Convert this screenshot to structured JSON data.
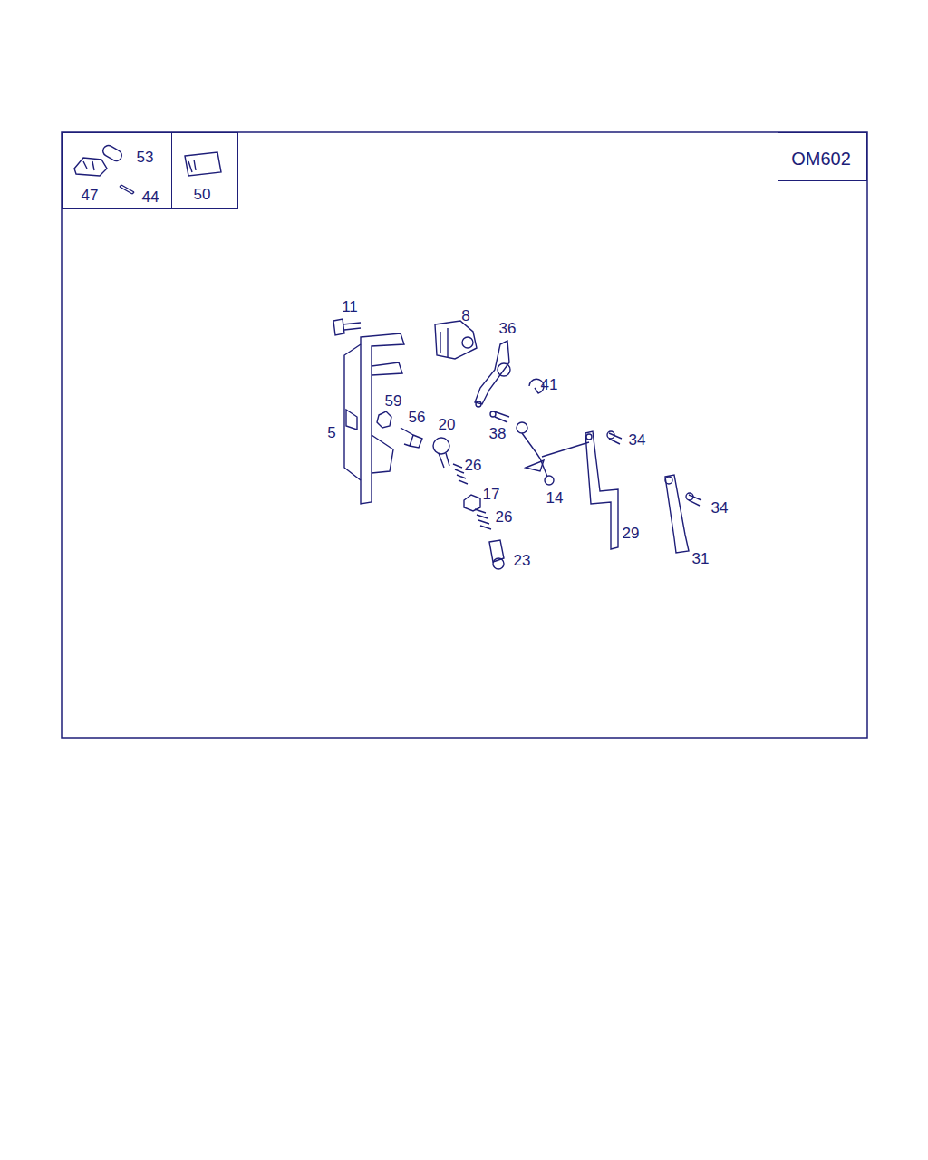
{
  "diagram": {
    "nodes": [
      {
        "text": [
          "53",
          "47",
          "44"
        ]
      },
      {
        "text": [
          "50"
        ]
      },
      {
        "text": [
          "OM602"
        ]
      }
    ],
    "labels": [
      "11",
      "8",
      "36",
      "41",
      "59",
      "56",
      "20",
      "5",
      "38",
      "34",
      "26",
      "17",
      "14",
      "34",
      "26",
      "29",
      "31",
      "23"
    ]
  }
}
